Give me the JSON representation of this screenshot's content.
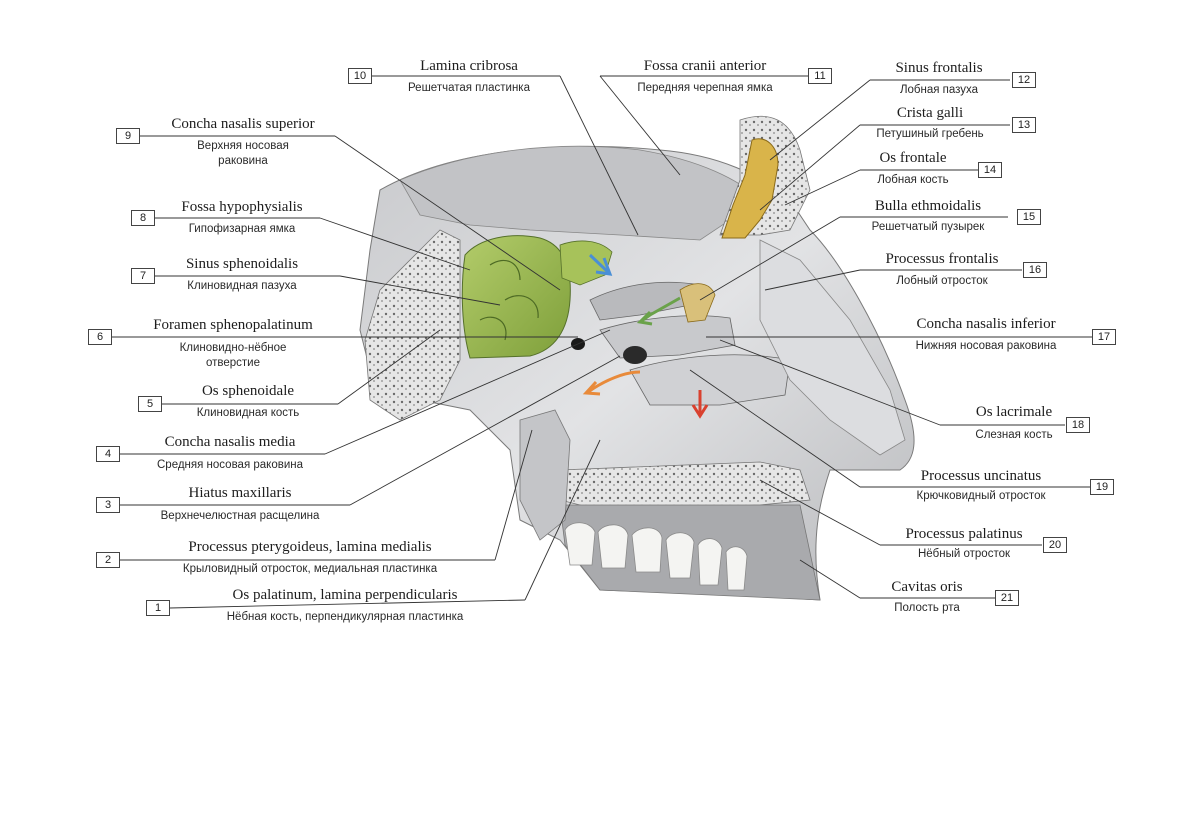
{
  "labels": [
    {
      "n": "1",
      "lat": "Os palatinum, lamina perpendicularis",
      "rus": "Нёбная кость, перпендикулярная пластинка"
    },
    {
      "n": "2",
      "lat": "Processus pterygoideus, lamina medialis",
      "rus": "Крыловидный отросток, медиальная пластинка"
    },
    {
      "n": "3",
      "lat": "Hiatus maxillaris",
      "rus": "Верхнечелюстная расщелина"
    },
    {
      "n": "4",
      "lat": "Concha nasalis media",
      "rus": "Средняя носовая раковина"
    },
    {
      "n": "5",
      "lat": "Os sphenoidale",
      "rus": "Клиновидная кость"
    },
    {
      "n": "6",
      "lat": "Foramen sphenopalatinum",
      "rus": "Клиновидно-нёбное",
      "rus2": "отверстие"
    },
    {
      "n": "7",
      "lat": "Sinus sphenoidalis",
      "rus": "Клиновидная пазуха"
    },
    {
      "n": "8",
      "lat": "Fossa hypophysialis",
      "rus": "Гипофизарная ямка"
    },
    {
      "n": "9",
      "lat": "Concha nasalis superior",
      "rus": "Верхняя носовая",
      "rus2": "раковина"
    },
    {
      "n": "10",
      "lat": "Lamina cribrosa",
      "rus": "Решетчатая пластинка"
    },
    {
      "n": "11",
      "lat": "Fossa cranii anterior",
      "rus": "Передняя черепная ямка"
    },
    {
      "n": "12",
      "lat": "Sinus frontalis",
      "rus": "Лобная пазуха"
    },
    {
      "n": "13",
      "lat": "Crista galli",
      "rus": "Петушиный гребень"
    },
    {
      "n": "14",
      "lat": "Os frontale",
      "rus": "Лобная кость"
    },
    {
      "n": "15",
      "lat": "Bulla ethmoidalis",
      "rus": "Решетчатый пузырек"
    },
    {
      "n": "16",
      "lat": "Processus frontalis",
      "rus": "Лобный отросток"
    },
    {
      "n": "17",
      "lat": "Concha nasalis inferior",
      "rus": "Нижняя носовая раковина"
    },
    {
      "n": "18",
      "lat": "Os lacrimale",
      "rus": "Слезная кость"
    },
    {
      "n": "19",
      "lat": "Processus uncinatus",
      "rus": "Крючковидный отросток"
    },
    {
      "n": "20",
      "lat": "Processus palatinus",
      "rus": "Нёбный отросток"
    },
    {
      "n": "21",
      "lat": "Cavitas oris",
      "rus": "Полость рта"
    }
  ],
  "colors": {
    "sinus_green": "#9bbb4c",
    "frontal_gold": "#d9b44a",
    "bone_gray": "#d7d8da",
    "arrow_blue": "#4a8fd6",
    "arrow_orange": "#e88a3a",
    "arrow_red": "#d9412f"
  }
}
